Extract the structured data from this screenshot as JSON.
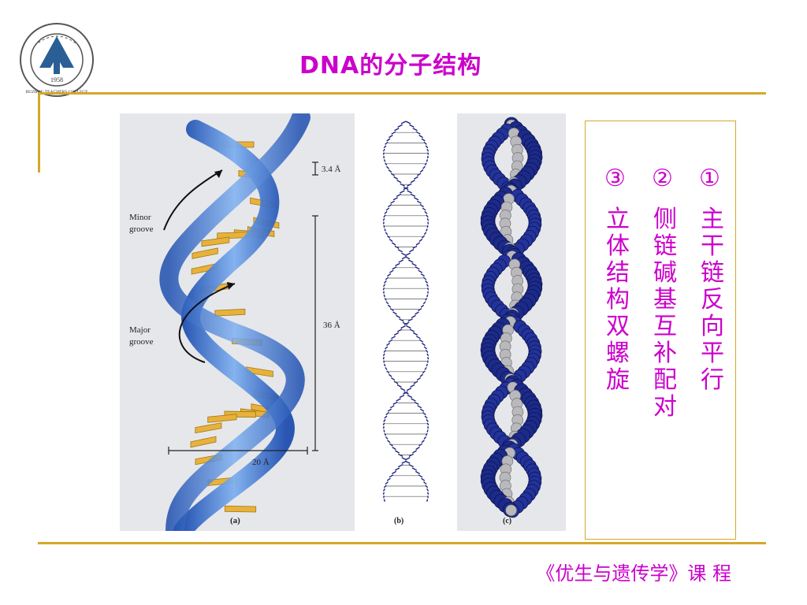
{
  "slide": {
    "title": "DNA的分子结构",
    "footer": "《优生与遗传学》课 程"
  },
  "logo": {
    "year": "1958",
    "name_en": "HUZHOU TEACHERS COLLEGE"
  },
  "figure": {
    "labels": {
      "rise": "3.4 Å",
      "pitch": "36 Å",
      "width": "20 Å",
      "minor_groove_l1": "Minor",
      "minor_groove_l2": "groove",
      "major_groove_l1": "Major",
      "major_groove_l2": "groove",
      "panel_a": "(a)",
      "panel_b": "(b)",
      "panel_c": "(c)"
    }
  },
  "notes": [
    "① 主干链反向平行",
    "② 侧链碱基互补配对",
    "③ 立体结构双螺旋"
  ],
  "colors": {
    "accent": "#cc00cc",
    "rule": "#d4a82a",
    "strand": "#3a6fd0",
    "base": "#e8b23a"
  }
}
